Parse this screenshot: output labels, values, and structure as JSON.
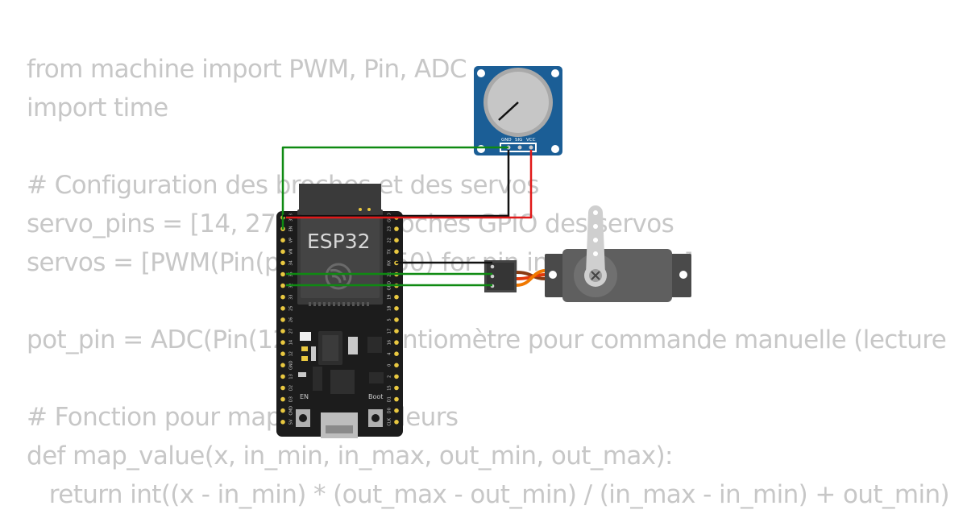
{
  "code_lines": [
    "from machine import PWM, Pin, ADC",
    "import time",
    "",
    "# Configuration des broches et des servos",
    "servo_pins = [14, 27, 26]  # Broches GPIO des servos",
    "servos = [PWM(Pin(pin), freq=50) for pin in servo_pins]",
    "",
    "pot_pin = ADC(Pin(12))  # Potentiomètre pour commande manuelle (lecture",
    "",
    "# Fonction pour mapper les valeurs",
    "def map_value(x, in_min, in_max, out_min, out_max):",
    "   return int((x - in_min) * (out_max - out_min) / (in_max - in_min) + out_min)"
  ],
  "board": {
    "label": "ESP32",
    "en_label": "EN",
    "boot_label": "Boot",
    "left_pins": [
      "3V3",
      "EN",
      "VP",
      "VN",
      "34",
      "35",
      "32",
      "33",
      "25",
      "26",
      "27",
      "14",
      "12",
      "GND",
      "13",
      "D2",
      "D3",
      "CMD",
      "5V"
    ],
    "right_pins": [
      "GND",
      "23",
      "22",
      "TX",
      "RX",
      "21",
      "GND",
      "19",
      "18",
      "5",
      "17",
      "16",
      "4",
      "0",
      "2",
      "15",
      "D1",
      "D0",
      "CLK"
    ]
  },
  "potentiometer": {
    "pins": [
      "GND",
      "SIG",
      "VCC"
    ]
  },
  "colors": {
    "board": "#1c1c1c",
    "module": "#3a3a3a",
    "pot_body": "#1b5e96",
    "knob": "#c6c6c6",
    "servo": "#5f5f5f",
    "wire_green": "#0f8a12",
    "wire_red": "#e01919",
    "wire_black": "#111111",
    "servo_orange": "#f07800",
    "servo_red": "#e23a0a",
    "servo_brown": "#8a3b12",
    "pin_gold": "#e9c840",
    "code_text": "#c7c7c7"
  }
}
